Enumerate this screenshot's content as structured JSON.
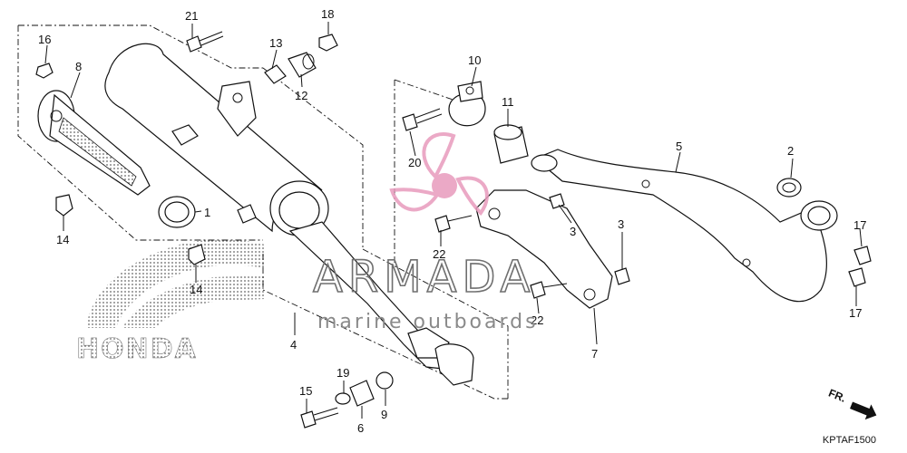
{
  "diagram": {
    "callouts": [
      {
        "id": "c1",
        "text": "1"
      },
      {
        "id": "c2",
        "text": "2"
      },
      {
        "id": "c3a",
        "text": "3"
      },
      {
        "id": "c3b",
        "text": "3"
      },
      {
        "id": "c4",
        "text": "4"
      },
      {
        "id": "c5",
        "text": "5"
      },
      {
        "id": "c6",
        "text": "6"
      },
      {
        "id": "c7",
        "text": "7"
      },
      {
        "id": "c8",
        "text": "8"
      },
      {
        "id": "c9",
        "text": "9"
      },
      {
        "id": "c10",
        "text": "10"
      },
      {
        "id": "c11",
        "text": "11"
      },
      {
        "id": "c12",
        "text": "12"
      },
      {
        "id": "c13",
        "text": "13"
      },
      {
        "id": "c14a",
        "text": "14"
      },
      {
        "id": "c14b",
        "text": "14"
      },
      {
        "id": "c15",
        "text": "15"
      },
      {
        "id": "c16",
        "text": "16"
      },
      {
        "id": "c17a",
        "text": "17"
      },
      {
        "id": "c17b",
        "text": "17"
      },
      {
        "id": "c18",
        "text": "18"
      },
      {
        "id": "c19",
        "text": "19"
      },
      {
        "id": "c20",
        "text": "20"
      },
      {
        "id": "c21",
        "text": "21"
      },
      {
        "id": "c22a",
        "text": "22"
      },
      {
        "id": "c22b",
        "text": "22"
      }
    ],
    "reference_code": "KPTAF1500",
    "direction_marker": "FR.",
    "brand_logo_text": "HONDA"
  },
  "watermark": {
    "word": "ARMADA",
    "tagline": "marine outboards",
    "color": "#e89bbd"
  }
}
